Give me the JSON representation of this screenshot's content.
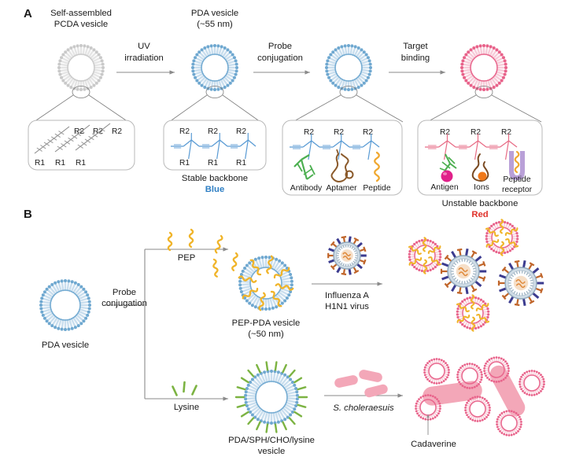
{
  "figure": {
    "panels": [
      {
        "id": "A",
        "letter": "A"
      },
      {
        "id": "B",
        "letter": "B"
      }
    ]
  },
  "panelA": {
    "letter": "A",
    "steps": [
      {
        "name": "pcda-vesicle",
        "title_line1": "Self-assembled",
        "title_line2": "PCDA vesicle",
        "color": "#c9c9c9"
      },
      {
        "name": "pda-vesicle",
        "title_line1": "PDA vesicle",
        "title_line2": "(~55 nm)",
        "color": "#6fa8d0"
      },
      {
        "name": "probe-pda-vesicle",
        "title_line1": "",
        "title_line2": "",
        "color": "#6fa8d0"
      },
      {
        "name": "target-bound-vesicle",
        "title_line1": "",
        "title_line2": "",
        "color": "#e8628a"
      }
    ],
    "arrows": [
      {
        "name": "uv-irradiation",
        "line1": "UV",
        "line2": "irradiation"
      },
      {
        "name": "probe-conjugation",
        "line1": "Probe",
        "line2": "conjugation"
      },
      {
        "name": "target-binding",
        "line1": "Target",
        "line2": "binding"
      }
    ],
    "insets": [
      {
        "name": "monomer-inset",
        "top_labels": [
          "R2",
          "R2",
          "R2"
        ],
        "bottom_labels": [
          "R1",
          "R1",
          "R1"
        ],
        "caption1": "",
        "caption2": "",
        "color": "#8a8a8a"
      },
      {
        "name": "backbone-inset",
        "top_labels": [
          "R2",
          "R2",
          "R2"
        ],
        "bottom_labels": [
          "R1",
          "R1",
          "R1"
        ],
        "caption1": "Stable backbone",
        "caption2": "Blue",
        "caption2_color": "#2f7fc4",
        "color": "#5a9bd4"
      },
      {
        "name": "probe-inset",
        "top_labels": [
          "R2",
          "R2",
          "R2"
        ],
        "probe_names": [
          "Antibody",
          "Aptamer",
          "Peptide"
        ],
        "probe_colors": [
          "#4caf50",
          "#8b5a2b",
          "#f0a830"
        ],
        "color": "#5a9bd4"
      },
      {
        "name": "target-inset",
        "top_labels": [
          "R2",
          "R2",
          "R2"
        ],
        "target_names": [
          "Antigen",
          "Ions",
          "Peptide",
          "receptor"
        ],
        "target_colors": [
          "#e0218a",
          "#f07818",
          "#b9a0d8"
        ],
        "caption1": "Unstable backbone",
        "caption2": "Red",
        "caption2_color": "#e0322b",
        "color": "#f08098"
      }
    ]
  },
  "panelB": {
    "letter": "B",
    "start": {
      "name": "pda-vesicle-start",
      "label": "PDA vesicle"
    },
    "branch_arrow": {
      "name": "probe-conjugation-branch",
      "line1": "Probe",
      "line2": "conjugation"
    },
    "top_branch": {
      "probe_label": "PEP",
      "probe_color": "#f0b429",
      "product_line1": "PEP-PDA vesicle",
      "product_line2": "(~50 nm)",
      "target_line1": "Influenza A",
      "target_line2": "H1N1 virus",
      "virus_spike_colors": [
        "#3b3b8f",
        "#c0652a"
      ],
      "result_vesicle_color": "#f08098"
    },
    "bottom_branch": {
      "probe_label": "Lysine",
      "probe_color": "#7cb342",
      "product_line1": "PDA/SPH/CHO/lysine",
      "product_line2": "vesicle",
      "target_label": "S. choleraesuis",
      "bacteria_color": "#f3a7b8",
      "result_label": "Cadaverine",
      "result_vesicle_color": "#f08098"
    }
  },
  "colors": {
    "grey_vesicle": "#c9c9c9",
    "blue_vesicle": "#6fa8d0",
    "red_vesicle": "#e8628a",
    "arrow_grey": "#8a8a8a",
    "inset_border": "#b9b9b9",
    "blue_text": "#2f7fc4",
    "red_text": "#e0322b"
  }
}
